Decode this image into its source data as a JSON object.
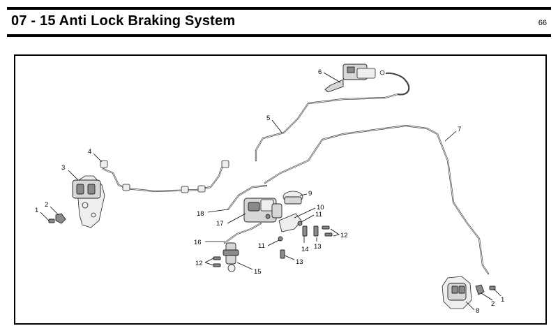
{
  "header": {
    "title": "07 - 15 Anti Lock Braking System",
    "page_number": "66"
  },
  "diagram": {
    "callouts": {
      "c1_left": "1",
      "c2_left": "2",
      "c3": "3",
      "c4": "4",
      "c5": "5",
      "c6": "6",
      "c7": "7",
      "c8": "8",
      "c9": "9",
      "c10": "10",
      "c11_a": "11",
      "c11_b": "11",
      "c12_right": "12",
      "c12_left": "12",
      "c13_a": "13",
      "c13_b": "13",
      "c14": "14",
      "c15": "15",
      "c16": "16",
      "c17": "17",
      "c18": "18",
      "c2_right": "2",
      "c1_right": "1"
    }
  }
}
